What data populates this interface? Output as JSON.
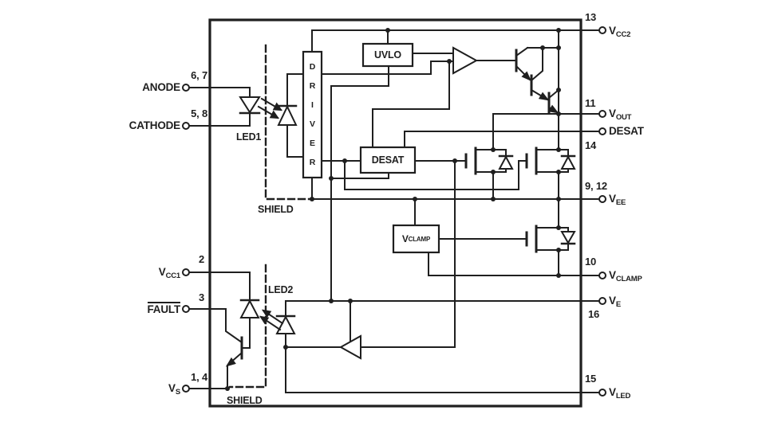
{
  "pins_left": {
    "anode": {
      "num": "6, 7",
      "label": "ANODE"
    },
    "cathode": {
      "num": "5, 8",
      "label": "CATHODE"
    },
    "vcc1": {
      "num": "2",
      "base": "V",
      "sub": "CC1"
    },
    "fault": {
      "num": "3",
      "label": "FAULT"
    },
    "vs": {
      "num": "1, 4",
      "base": "V",
      "sub": "S"
    }
  },
  "pins_right": {
    "vcc2": {
      "num": "13",
      "base": "V",
      "sub": "CC2"
    },
    "vout": {
      "num": "11",
      "base": "V",
      "sub": "OUT"
    },
    "desat": {
      "num": "14",
      "label": "DESAT"
    },
    "vee": {
      "num": "9, 12",
      "base": "V",
      "sub": "EE"
    },
    "vclamp": {
      "num": "10",
      "base": "V",
      "sub": "CLAMP"
    },
    "ve": {
      "num": "16",
      "base": "V",
      "sub": "E"
    },
    "vled": {
      "num": "15",
      "base": "V",
      "sub": "LED"
    }
  },
  "blocks": {
    "driver": {
      "letters": [
        "D",
        "R",
        "I",
        "V",
        "E",
        "R"
      ]
    },
    "uvlo": "UVLO",
    "desat": "DESAT",
    "vclamp": {
      "base": "V",
      "sub": "CLAMP"
    }
  },
  "labels": {
    "led1": "LED1",
    "led2": "LED2",
    "shield_top": "SHIELD",
    "shield_bottom": "SHIELD"
  },
  "colors": {
    "line": "#1f1f1f",
    "background": "#ffffff"
  }
}
